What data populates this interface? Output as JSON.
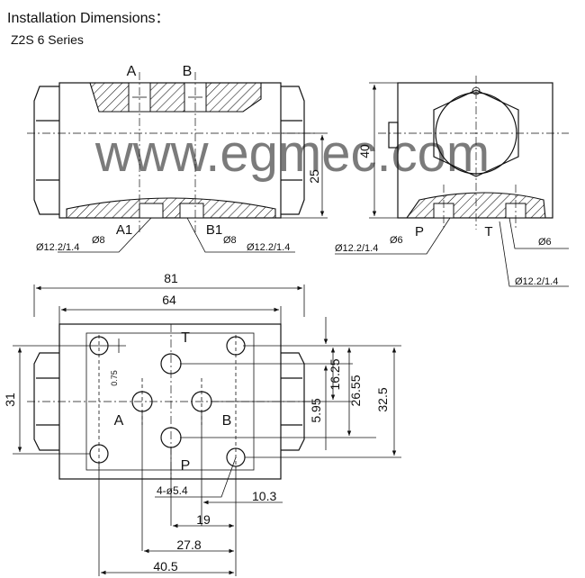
{
  "header": {
    "title": "Installation Dimensions：",
    "series": "Z2S 6 Series"
  },
  "watermark": "www.egmec.com",
  "front_view": {
    "port_a": "A",
    "port_b": "B",
    "port_a1": "A1",
    "port_b1": "B1",
    "dim_25": "25",
    "callout_a1_outer": "Ø12.2/1.4",
    "callout_a1_inner": "Ø8",
    "callout_b1_inner": "Ø8",
    "callout_b1_outer": "Ø12.2/1.4"
  },
  "side_view": {
    "dim_40": "40",
    "port_p": "P",
    "port_t": "T",
    "callout_p_outer": "Ø12.2/1.4",
    "callout_p_inner": "Ø6",
    "callout_t_inner": "Ø6",
    "callout_t_outer": "Ø12.2/1.4"
  },
  "bottom_view": {
    "dim_81": "81",
    "dim_64": "64",
    "dim_31": "31",
    "dim_075": "0.75",
    "dim_1625": "16.25",
    "dim_595": "5.95",
    "dim_2655": "26.55",
    "dim_325": "32.5",
    "dim_holes": "4-ø5.4",
    "dim_103": "10.3",
    "dim_19": "19",
    "dim_278": "27.8",
    "dim_405": "40.5",
    "port_t": "T",
    "port_a": "A",
    "port_b": "B",
    "port_p": "P"
  }
}
